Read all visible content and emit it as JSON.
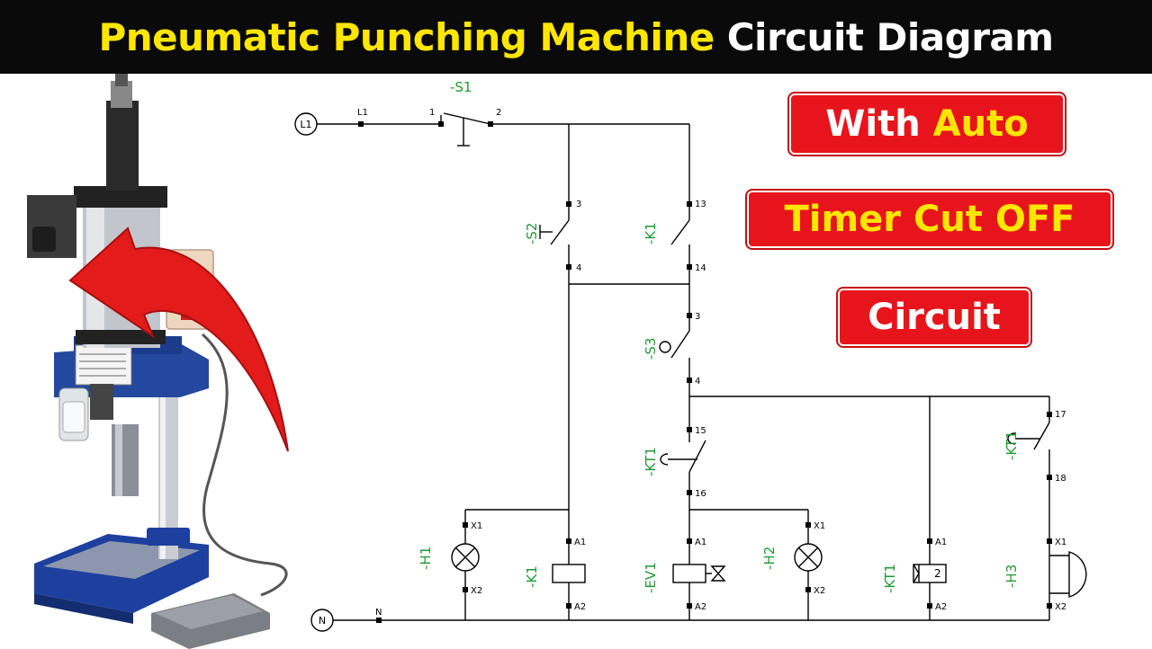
{
  "title": {
    "part1": "Pneumatic Punching Machine",
    "part2": "Circuit Diagram"
  },
  "badges": {
    "line1_white": "With ",
    "line1_yellow": "Auto",
    "line2": "Timer Cut OFF",
    "line3": "Circuit"
  },
  "colors": {
    "title_bg": "#0a0a0a",
    "title_yellow": "#ffe600",
    "badge_red": "#e8141b",
    "component_label": "#1f9a32",
    "arrow_red": "#e31b1b"
  },
  "diagram": {
    "supply": {
      "line": "L1",
      "neutral": "N",
      "line_term": "L1",
      "neutral_term": "N"
    },
    "S1": {
      "label": "-S1",
      "t1": "1",
      "t2": "2"
    },
    "S2": {
      "label": "-S2",
      "t1": "3",
      "t2": "4"
    },
    "K1_contact": {
      "label": "-K1",
      "t1": "13",
      "t2": "14"
    },
    "S3": {
      "label": "-S3",
      "t1": "3",
      "t2": "4"
    },
    "KT1_nc": {
      "label": "-KT1",
      "t1": "15",
      "t2": "16"
    },
    "KT1_no": {
      "label": "-KT1",
      "t1": "17",
      "t2": "18"
    },
    "H1": {
      "label": "-H1",
      "t1": "X1",
      "t2": "X2"
    },
    "K1_coil": {
      "label": "-K1",
      "t1": "A1",
      "t2": "A2"
    },
    "EV1": {
      "label": "-EV1",
      "t1": "A1",
      "t2": "A2"
    },
    "H2": {
      "label": "-H2",
      "t1": "X1",
      "t2": "X2"
    },
    "KT1_coil": {
      "label": "-KT1",
      "t1": "A1",
      "t2": "A2",
      "mark": "2"
    },
    "H3": {
      "label": "-H3",
      "t1": "X1",
      "t2": "X2"
    }
  },
  "illustration": {
    "subject": "pneumatic punching machine with foot pedal",
    "arrow": "curved red arrow pointing left"
  }
}
